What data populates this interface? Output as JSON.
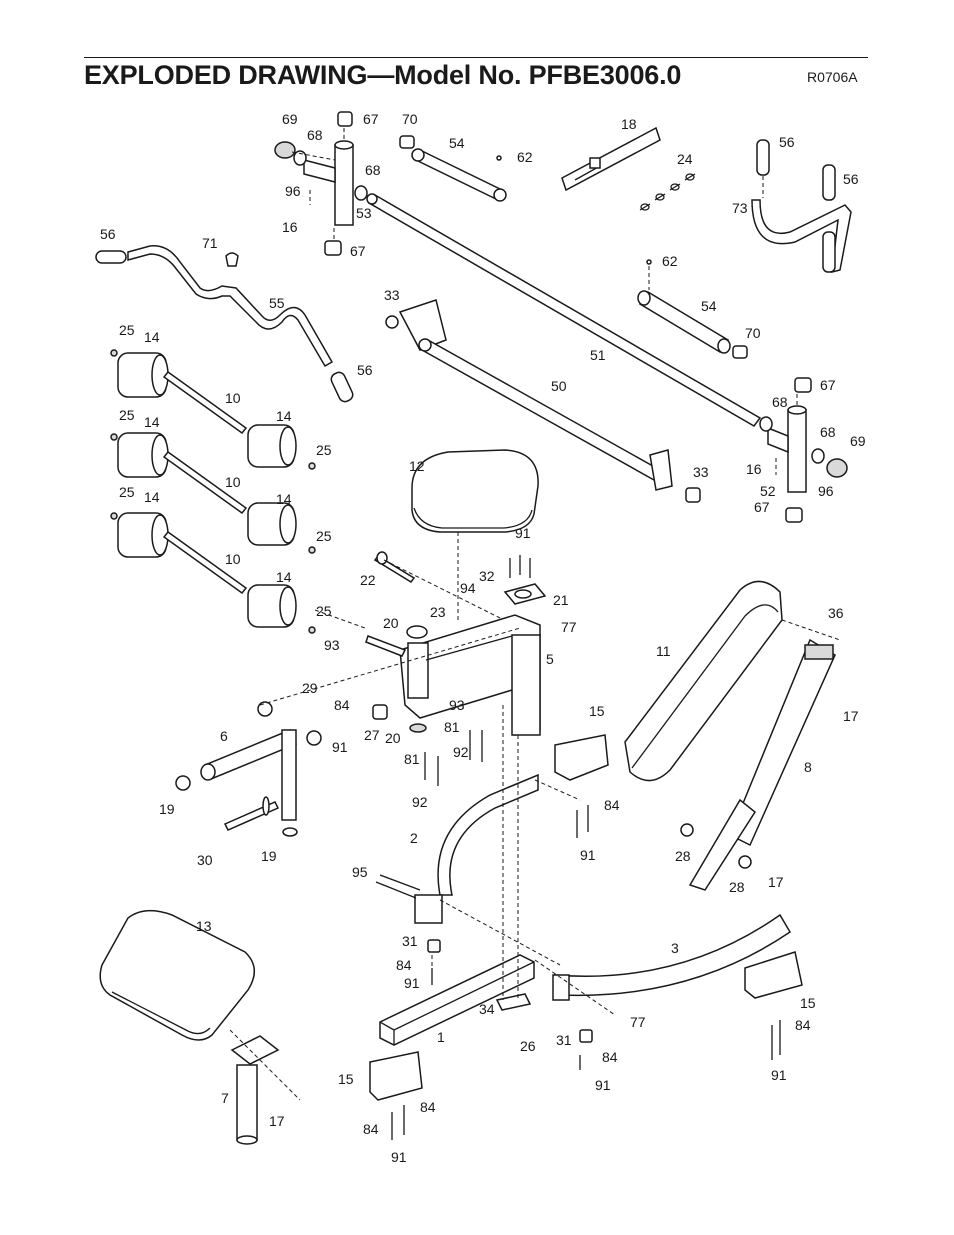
{
  "page": {
    "title": "EXPLODED DRAWING—Model No. PFBE3006.0",
    "code": "R0706A"
  },
  "callouts": [
    {
      "id": "c1",
      "text": "69"
    },
    {
      "id": "c2",
      "text": "67"
    },
    {
      "id": "c3",
      "text": "68"
    },
    {
      "id": "c4",
      "text": "70"
    },
    {
      "id": "c5",
      "text": "54"
    },
    {
      "id": "c6",
      "text": "62"
    },
    {
      "id": "c7",
      "text": "18"
    },
    {
      "id": "c8",
      "text": "24"
    },
    {
      "id": "c9",
      "text": "56"
    },
    {
      "id": "c10",
      "text": "56"
    },
    {
      "id": "c11",
      "text": "73"
    },
    {
      "id": "c12",
      "text": "96"
    },
    {
      "id": "c13",
      "text": "68"
    },
    {
      "id": "c14",
      "text": "16"
    },
    {
      "id": "c15",
      "text": "53"
    },
    {
      "id": "c16",
      "text": "67"
    },
    {
      "id": "c17",
      "text": "56"
    },
    {
      "id": "c18",
      "text": "71"
    },
    {
      "id": "c19",
      "text": "55"
    },
    {
      "id": "c20",
      "text": "62"
    },
    {
      "id": "c21",
      "text": "33"
    },
    {
      "id": "c22",
      "text": "54"
    },
    {
      "id": "c23",
      "text": "70"
    },
    {
      "id": "c24",
      "text": "51"
    },
    {
      "id": "c25",
      "text": "25"
    },
    {
      "id": "c26",
      "text": "14"
    },
    {
      "id": "c27",
      "text": "56"
    },
    {
      "id": "c28",
      "text": "50"
    },
    {
      "id": "c29",
      "text": "67"
    },
    {
      "id": "c30",
      "text": "10"
    },
    {
      "id": "c31",
      "text": "68"
    },
    {
      "id": "c32",
      "text": "25"
    },
    {
      "id": "c33",
      "text": "14"
    },
    {
      "id": "c34",
      "text": "14"
    },
    {
      "id": "c35",
      "text": "68"
    },
    {
      "id": "c36",
      "text": "69"
    },
    {
      "id": "c37",
      "text": "25"
    },
    {
      "id": "c38",
      "text": "16"
    },
    {
      "id": "c39",
      "text": "33"
    },
    {
      "id": "c40",
      "text": "52"
    },
    {
      "id": "c41",
      "text": "96"
    },
    {
      "id": "c42",
      "text": "12"
    },
    {
      "id": "c43",
      "text": "67"
    },
    {
      "id": "c44",
      "text": "10"
    },
    {
      "id": "c45",
      "text": "25"
    },
    {
      "id": "c46",
      "text": "14"
    },
    {
      "id": "c47",
      "text": "14"
    },
    {
      "id": "c48",
      "text": "91"
    },
    {
      "id": "c49",
      "text": "25"
    },
    {
      "id": "c50",
      "text": "22"
    },
    {
      "id": "c51",
      "text": "32"
    },
    {
      "id": "c52",
      "text": "94"
    },
    {
      "id": "c53",
      "text": "21"
    },
    {
      "id": "c54",
      "text": "10"
    },
    {
      "id": "c55",
      "text": "14"
    },
    {
      "id": "c56",
      "text": "25"
    },
    {
      "id": "c57",
      "text": "23"
    },
    {
      "id": "c58",
      "text": "36"
    },
    {
      "id": "c59",
      "text": "20"
    },
    {
      "id": "c60",
      "text": "77"
    },
    {
      "id": "c61",
      "text": "93"
    },
    {
      "id": "c62",
      "text": "11"
    },
    {
      "id": "c63",
      "text": "5"
    },
    {
      "id": "c64",
      "text": "29"
    },
    {
      "id": "c65",
      "text": "17"
    },
    {
      "id": "c66",
      "text": "84"
    },
    {
      "id": "c67",
      "text": "93"
    },
    {
      "id": "c68",
      "text": "15"
    },
    {
      "id": "c69",
      "text": "6"
    },
    {
      "id": "c70",
      "text": "91"
    },
    {
      "id": "c71",
      "text": "27"
    },
    {
      "id": "c72",
      "text": "20"
    },
    {
      "id": "c73",
      "text": "81"
    },
    {
      "id": "c74",
      "text": "81"
    },
    {
      "id": "c75",
      "text": "92"
    },
    {
      "id": "c76",
      "text": "8"
    },
    {
      "id": "c77",
      "text": "19"
    },
    {
      "id": "c78",
      "text": "92"
    },
    {
      "id": "c79",
      "text": "84"
    },
    {
      "id": "c80",
      "text": "2"
    },
    {
      "id": "c81",
      "text": "91"
    },
    {
      "id": "c82",
      "text": "28"
    },
    {
      "id": "c83",
      "text": "30"
    },
    {
      "id": "c84",
      "text": "19"
    },
    {
      "id": "c85",
      "text": "28"
    },
    {
      "id": "c86",
      "text": "17"
    },
    {
      "id": "c87",
      "text": "95"
    },
    {
      "id": "c88",
      "text": "13"
    },
    {
      "id": "c89",
      "text": "31"
    },
    {
      "id": "c90",
      "text": "3"
    },
    {
      "id": "c91",
      "text": "84"
    },
    {
      "id": "c92",
      "text": "91"
    },
    {
      "id": "c93",
      "text": "15"
    },
    {
      "id": "c94",
      "text": "34"
    },
    {
      "id": "c95",
      "text": "77"
    },
    {
      "id": "c96",
      "text": "84"
    },
    {
      "id": "c97",
      "text": "1"
    },
    {
      "id": "c98",
      "text": "26"
    },
    {
      "id": "c99",
      "text": "31"
    },
    {
      "id": "c100",
      "text": "84"
    },
    {
      "id": "c101",
      "text": "15"
    },
    {
      "id": "c102",
      "text": "91"
    },
    {
      "id": "c103",
      "text": "91"
    },
    {
      "id": "c104",
      "text": "84"
    },
    {
      "id": "c105",
      "text": "7"
    },
    {
      "id": "c106",
      "text": "17"
    },
    {
      "id": "c107",
      "text": "84"
    },
    {
      "id": "c108",
      "text": "91"
    }
  ]
}
